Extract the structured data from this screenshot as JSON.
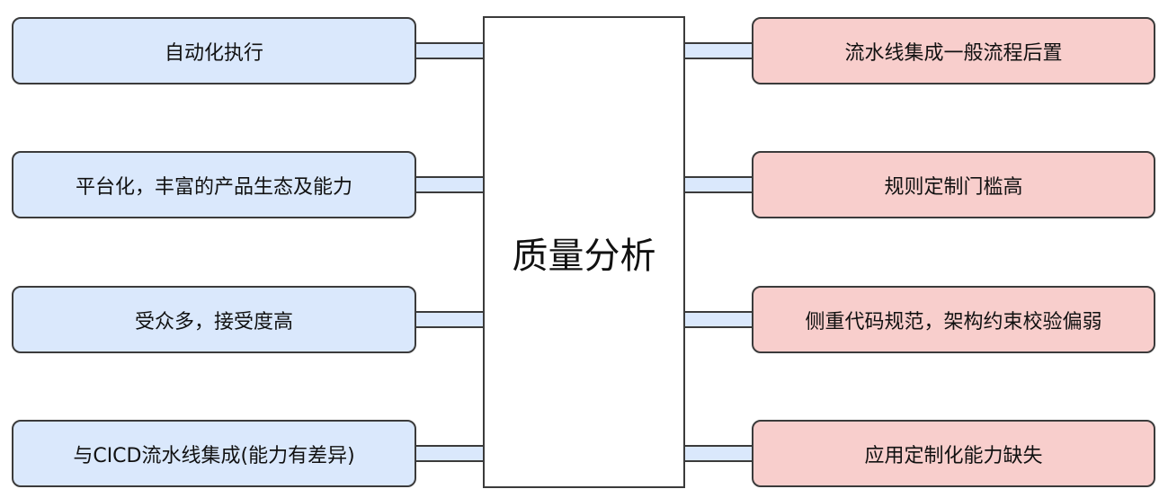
{
  "diagram": {
    "center_label": "质量分析",
    "left_items": [
      {
        "label": "自动化执行"
      },
      {
        "label": "平台化，丰富的产品生态及能力"
      },
      {
        "label": "受众多，接受度高"
      },
      {
        "label": "与CICD流水线集成(能力有差异)"
      }
    ],
    "right_items": [
      {
        "label": "流水线集成一般流程后置"
      },
      {
        "label": "规则定制门槛高"
      },
      {
        "label": "侧重代码规范，架构约束校验偏弱"
      },
      {
        "label": "应用定制化能力缺失"
      }
    ],
    "colors": {
      "left_fill": "#dae8fc",
      "right_fill": "#f8cecc",
      "stroke": "#3b3b3b",
      "center_fill": "#ffffff"
    }
  }
}
